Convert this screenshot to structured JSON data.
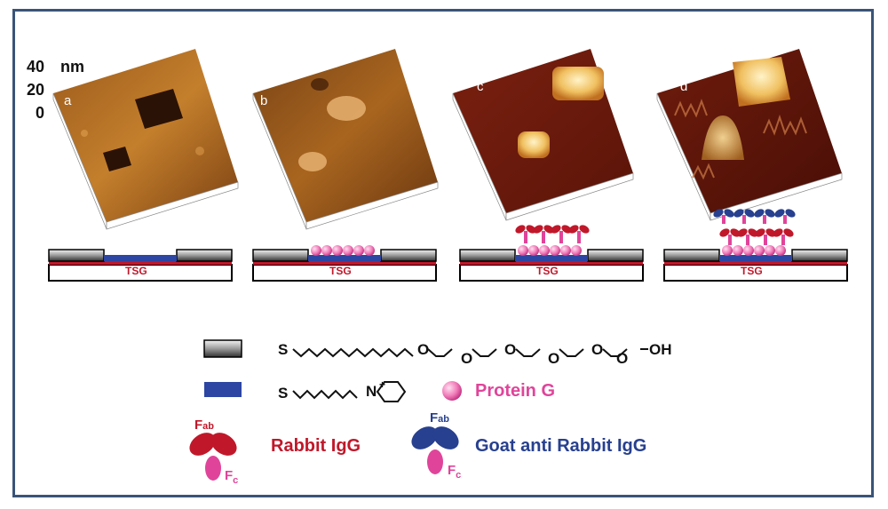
{
  "axis": {
    "top": "40",
    "mid": "20",
    "zero": "0",
    "unit": "nm"
  },
  "panels": [
    {
      "label": "a",
      "substrate": "TSG"
    },
    {
      "label": "b",
      "substrate": "TSG"
    },
    {
      "label": "c",
      "substrate": "TSG"
    },
    {
      "label": "d",
      "substrate": "TSG"
    }
  ],
  "legend": {
    "thiol_chain": {
      "s": "S",
      "o": "O",
      "oh": "OH"
    },
    "pyridinium": {
      "s": "S",
      "n": "N",
      "plus": "+"
    },
    "protein_g": "Protein G",
    "rabbit_igg": "Rabbit IgG",
    "goat_igg": "Goat anti Rabbit IgG",
    "fab": {
      "main": "F",
      "sub": "ab"
    },
    "fc": {
      "main": "F",
      "sub": "c"
    }
  },
  "colors": {
    "frame": "#3a5478",
    "surface_red": "#c0182a",
    "protein_pink": "#e0449a",
    "goat_blue": "#27408f",
    "monolayer_blue": "#2d45a3"
  }
}
